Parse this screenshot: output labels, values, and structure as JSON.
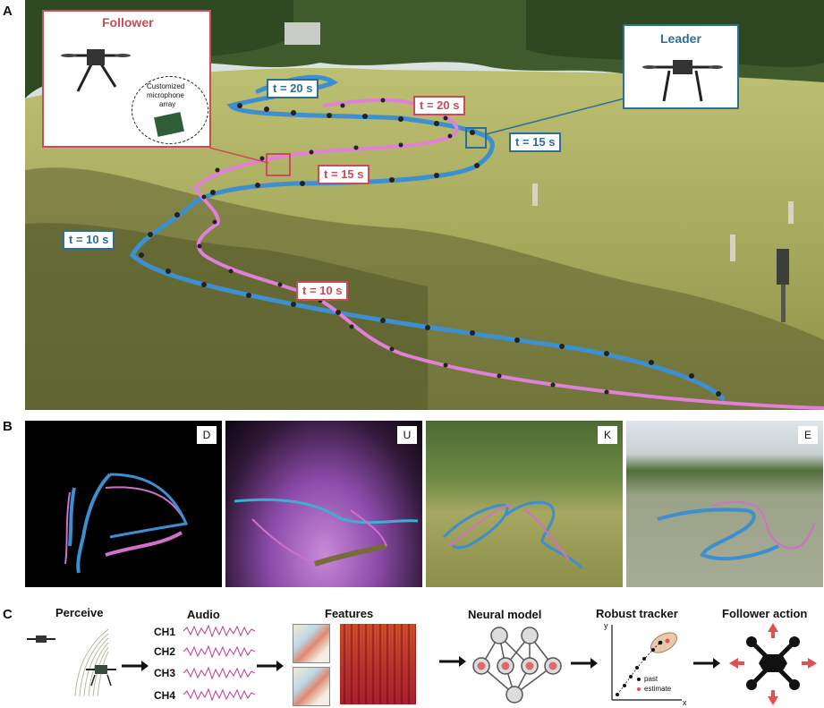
{
  "panel_a": {
    "letter": "A",
    "follower_inset": {
      "title": "Follower",
      "mic_label_1": "Customized",
      "mic_label_2": "microphone",
      "mic_label_3": "array"
    },
    "leader_inset": {
      "title": "Leader"
    },
    "time_labels": {
      "leader_t20": "t = 20 s",
      "leader_t15": "t = 15 s",
      "leader_t10": "t = 10 s",
      "follower_t20": "t = 20 s",
      "follower_t15": "t = 15 s",
      "follower_t10": "t = 10 s"
    },
    "colors": {
      "leader": "#2c6e98",
      "follower": "#cc4a5a",
      "leader_path": "#3d8fd0",
      "follower_path": "#e080d8"
    }
  },
  "panel_b": {
    "letter": "B",
    "thumbnails": [
      "D",
      "U",
      "K",
      "E"
    ]
  },
  "panel_c": {
    "letter": "C",
    "steps": {
      "perceive": "Perceive",
      "audio": "Audio",
      "features": "Features",
      "neural": "Neural model",
      "tracker": "Robust tracker",
      "action": "Follower action"
    },
    "channels": [
      "CH1",
      "CH2",
      "CH3",
      "CH4"
    ],
    "tracker_axes": {
      "x": "x",
      "y": "y"
    },
    "tracker_legend": {
      "past": "past",
      "estimate": "estimate"
    }
  }
}
